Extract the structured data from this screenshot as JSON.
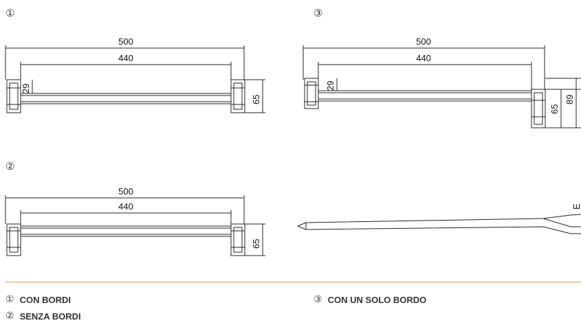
{
  "markers": {
    "one": "①",
    "two": "②",
    "three": "③"
  },
  "drawing1": {
    "outer": "500",
    "inner": "440",
    "depth": "29",
    "height": "65"
  },
  "drawing2": {
    "outer": "500",
    "inner": "440",
    "height": "65"
  },
  "drawing3": {
    "outer": "500",
    "inner": "440",
    "depth": "29",
    "height": "65",
    "total": "89"
  },
  "side_view": {
    "label": "E"
  },
  "legend": [
    {
      "num": "①",
      "text": "CON BORDI"
    },
    {
      "num": "②",
      "text": "SENZA BORDI"
    },
    {
      "num": "③",
      "text": "CON UN SOLO BORDO"
    }
  ],
  "colors": {
    "divider": "#e0a35a",
    "lines": "#222222"
  }
}
